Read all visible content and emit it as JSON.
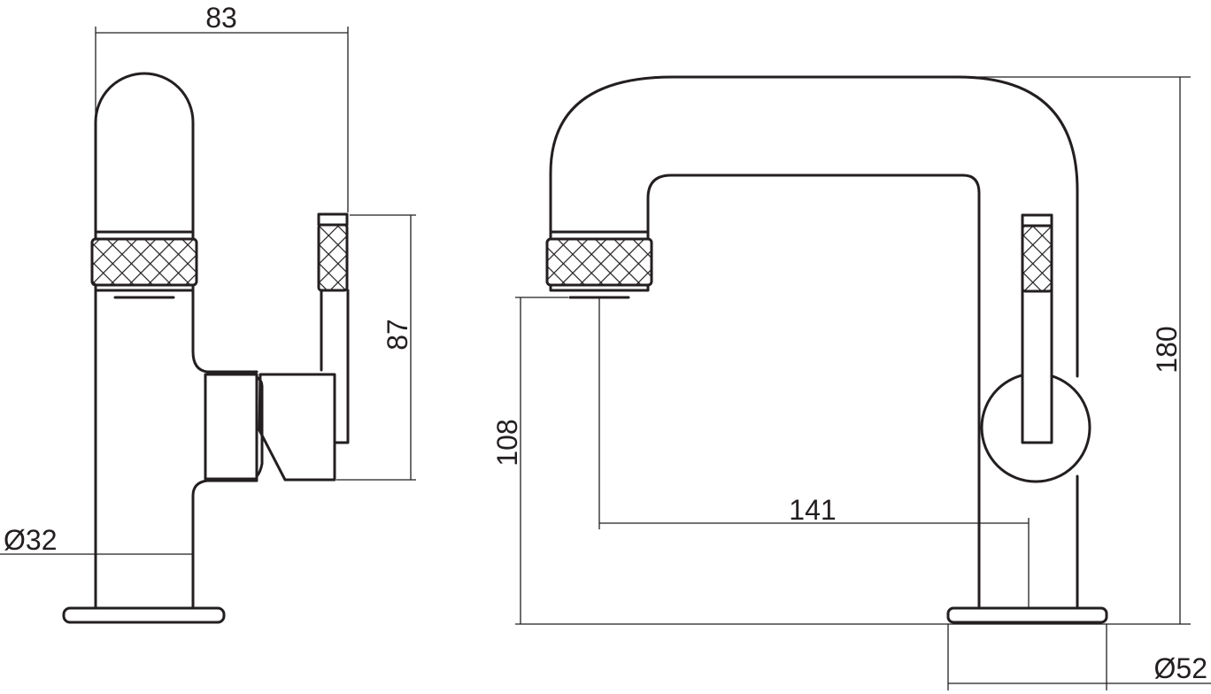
{
  "dimensions": {
    "side_width": "83",
    "side_lever_height": "87",
    "side_base_diameter": "Ø32",
    "front_spout_height": "108",
    "front_reach": "141",
    "front_total_height": "180",
    "front_base_diameter": "Ø52"
  },
  "colors": {
    "line": "#231f20",
    "background": "#ffffff"
  }
}
